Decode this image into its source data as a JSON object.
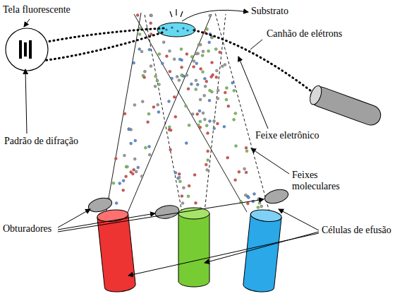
{
  "diagram": {
    "labels": [
      "Tela fluorescente",
      "Substrato",
      "Canhão de elétrons",
      "Padrão de difração",
      "Feixe eletrônico",
      "Feixes moleculares",
      "Células de efusão",
      "Obturadores"
    ]
  }
}
